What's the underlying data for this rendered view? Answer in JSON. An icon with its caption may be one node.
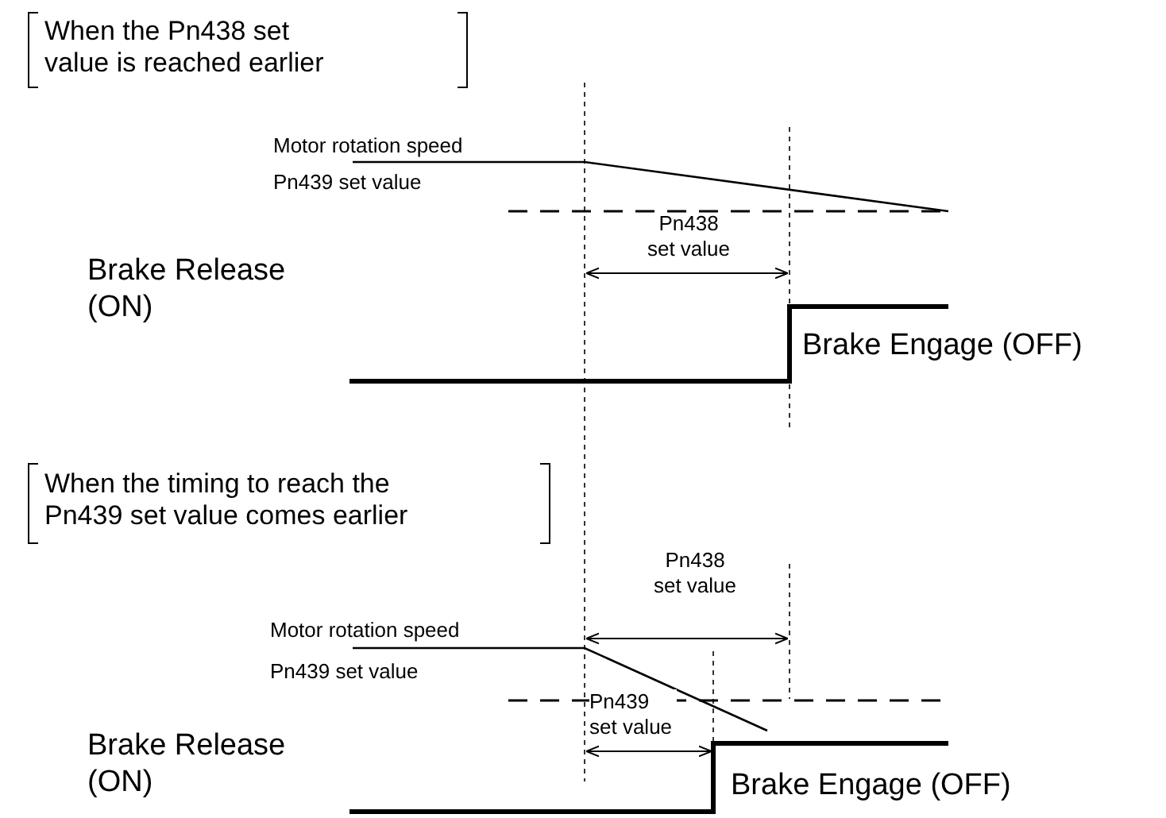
{
  "diagram": {
    "labels": [
      "When the Pn438 set value is reached earlier",
      "Motor rotation speed",
      "Pn439 set value",
      "Pn438 set value",
      "Brake Release (ON)",
      "Brake Engage (OFF)",
      "When the timing to reach the Pn439 set value comes earlier",
      "Pn438 set value",
      "Motor rotation speed",
      "Pn439 set value",
      "Pn439 set value",
      "Brake Release (ON)",
      "Brake Engage (OFF)"
    ]
  }
}
